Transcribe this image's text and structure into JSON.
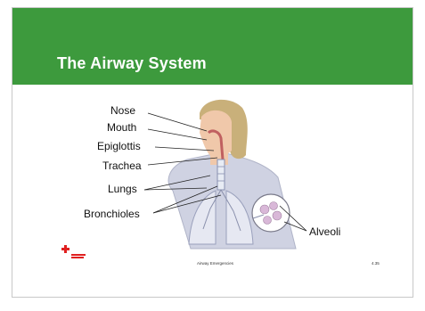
{
  "slide": {
    "title": "The Airway System",
    "labels": {
      "nose": "Nose",
      "mouth": "Mouth",
      "epiglottis": "Epiglottis",
      "trachea": "Trachea",
      "lungs": "Lungs",
      "bronchioles": "Bronchioles",
      "alveoli": "Alveoli"
    },
    "footer": {
      "center": "Airway Emergencies",
      "page": "4.35"
    },
    "colors": {
      "banner": "#3d9a3d",
      "logo_red": "#e02020"
    }
  }
}
